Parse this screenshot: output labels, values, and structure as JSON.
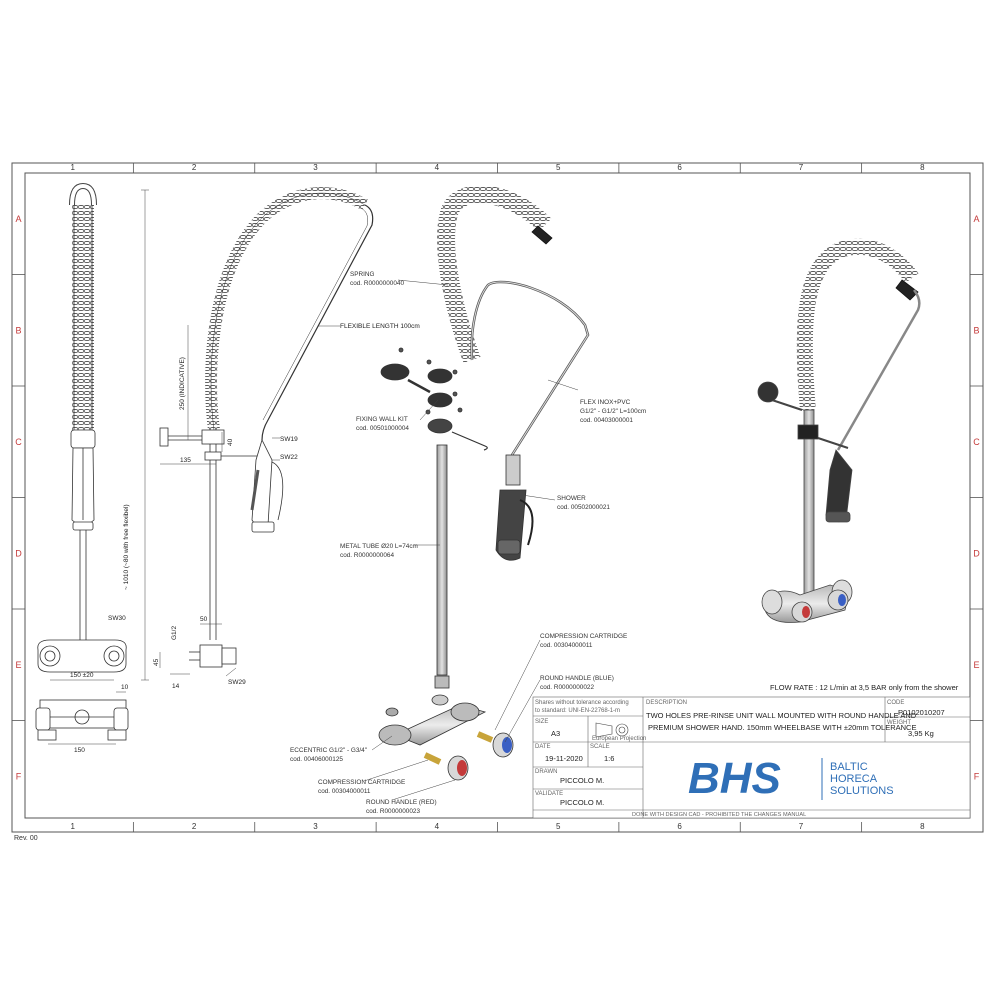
{
  "grid": {
    "cols": [
      "1",
      "2",
      "3",
      "4",
      "5",
      "6",
      "7",
      "8"
    ],
    "rows": [
      "A",
      "B",
      "C",
      "D",
      "E",
      "F"
    ]
  },
  "revision": "Rev. 00",
  "flow_rate": "FLOW RATE : 12 L/min at 3,5 BAR only from the shower",
  "dimensions": {
    "overall_height": "~ 1010 (~80 with free flexibel)",
    "indicative": "250 (INDICATIVE)",
    "d40": "40",
    "d135": "135",
    "d50": "50",
    "g12": "G1/2",
    "d45": "45",
    "d14": "14",
    "d150_20": "150 ±20",
    "d10": "10",
    "d150": "150",
    "sw19": "SW19",
    "sw22": "SW22",
    "sw30": "SW30",
    "sw29": "SW29"
  },
  "callouts": {
    "flexible_length": "FLEXIBLE LENGTH 100cm",
    "spring": [
      "SPRING",
      "cod. R0000000040"
    ],
    "fixing_wall_kit": [
      "FIXING WALL KIT",
      "cod. 00501000004"
    ],
    "flex_inox": [
      "FLEX INOX+PVC",
      "G1/2\" - G1/2\" L=100cm",
      "cod. 00403000001"
    ],
    "shower": [
      "SHOWER",
      "cod. 00502000021"
    ],
    "metal_tube": [
      "METAL TUBE Ø20 L=74cm",
      "cod. R0000000064"
    ],
    "compression_cartridge_top": [
      "COMPRESSION CARTRIDGE",
      "cod. 00304000011"
    ],
    "round_handle_blue": [
      "ROUND HANDLE (BLUE)",
      "cod. R0000000022"
    ],
    "eccentric": [
      "ECCENTRIC G1/2\" - G3/4\"",
      "cod. 00406000125"
    ],
    "compression_cartridge_bottom": [
      "COMPRESSION CARTRIDGE",
      "cod. 00304000011"
    ],
    "round_handle_red": [
      "ROUND HANDLE (RED)",
      "cod. R0000000023"
    ]
  },
  "title_block": {
    "tolerance_note": [
      "Shares without tolerance according",
      "to standard: UNI-EN-22768-1-m"
    ],
    "size_label": "SIZE",
    "size": "A3",
    "projection": "European Projection",
    "date_label": "DATE",
    "date": "19-11-2020",
    "scale_label": "SCALE",
    "scale": "1:6",
    "drawn_label": "DRAWN",
    "drawn": "PICCOLO M.",
    "validate_label": "VALIDATE",
    "validate": "PICCOLO M.",
    "description_label": "DESCRIPTION",
    "description": [
      "TWO HOLES PRE-RINSE UNIT WALL MOUNTED WITH ROUND HANDLE AND",
      "PREMIUM SHOWER HAND. 150mm WHEELBASE WITH ±20mm TOLERANCE"
    ],
    "code_label": "CODE",
    "code": "P0102010207",
    "weight_label": "WEIGHT",
    "weight": "3,95 Kg",
    "logo_text": "BHS",
    "company": [
      "BALTIC",
      "HORECA",
      "SOLUTIONS"
    ],
    "footer": "DONE WITH DESIGN CAD - PROHIBITED THE CHANGES MANUAL"
  },
  "colors": {
    "logo_blue": "#2f6fb7",
    "line": "#333333",
    "border": "#555555",
    "hot": "#c43a3a",
    "cold": "#3a5fc4"
  }
}
